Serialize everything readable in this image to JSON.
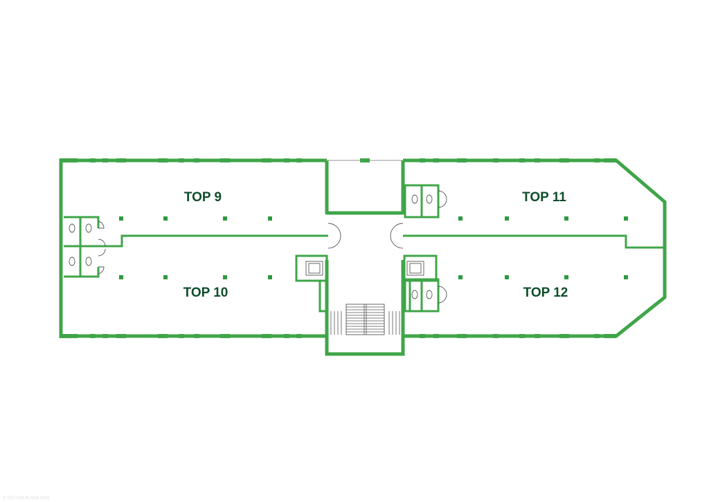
{
  "units": [
    {
      "id": "top9",
      "label": "TOP 9"
    },
    {
      "id": "top10",
      "label": "TOP 10"
    },
    {
      "id": "top11",
      "label": "TOP 11"
    },
    {
      "id": "top12",
      "label": "TOP 12"
    }
  ],
  "copyright": "© TECTUM PLANS 2023",
  "colors": {
    "wall": "#3fa548",
    "label": "#0f4d2a",
    "glazing": "#c9c9c9",
    "fixtures": "#555555"
  }
}
